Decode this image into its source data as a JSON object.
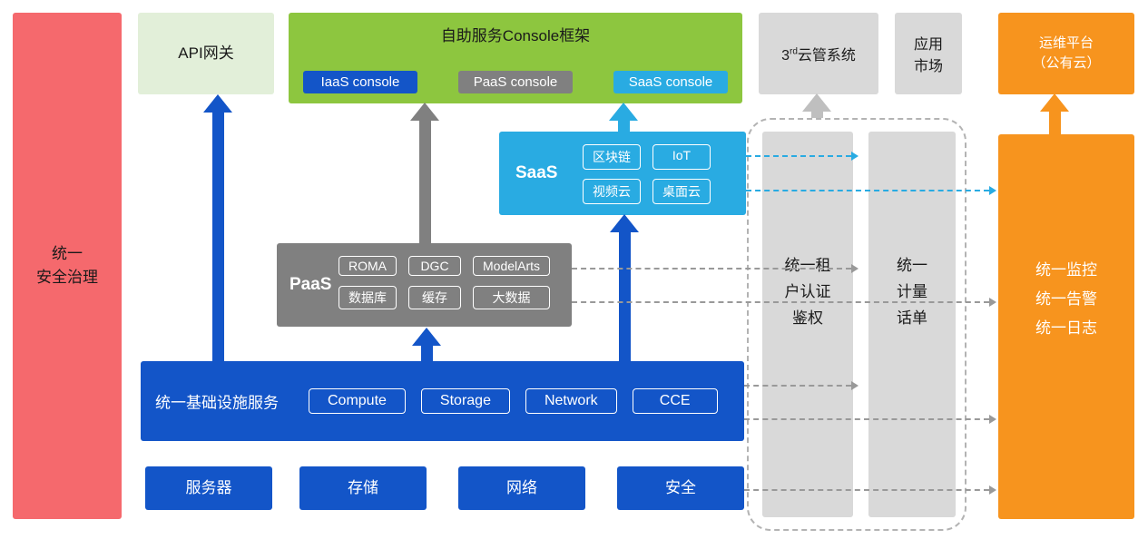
{
  "colors": {
    "red": "#F5696D",
    "light_green": "#E2EFD9",
    "green": "#8DC63F",
    "blue": "#1355C8",
    "gray": "#808080",
    "cyan": "#29ABE2",
    "light_gray": "#D9D9D9",
    "orange": "#F7941E",
    "connector_gray": "#999999",
    "dashed_border": "#B3B3B3"
  },
  "security_bar": {
    "label": "统一\n安全治理"
  },
  "api_gateway": {
    "label": "API网关"
  },
  "console_framework": {
    "title": "自助服务Console框架",
    "consoles": [
      "IaaS console",
      "PaaS console",
      "SaaS console"
    ]
  },
  "third_cloud": {
    "base": "3",
    "sup": "rd",
    "rest": "云管系统"
  },
  "app_market": {
    "label": "应用\n市场"
  },
  "ops_platform": {
    "label": "运维平台\n（公有云）"
  },
  "saas": {
    "label": "SaaS",
    "chips": [
      "区块链",
      "IoT",
      "视频云",
      "桌面云"
    ]
  },
  "paas": {
    "label": "PaaS",
    "chips": [
      "ROMA",
      "DGC",
      "ModelArts",
      "数据库",
      "缓存",
      "大数据"
    ]
  },
  "infra": {
    "label": "统一基础设施服务",
    "chips": [
      "Compute",
      "Storage",
      "Network",
      "CCE"
    ]
  },
  "foundation": {
    "items": [
      "服务器",
      "存储",
      "网络",
      "安全"
    ]
  },
  "auth_bar": {
    "label": "统一租\n户认证\n鉴权"
  },
  "metering_bar": {
    "label": "统一\n计量\n话单"
  },
  "monitor_bar": {
    "label": "统一监控\n统一告警\n统一日志"
  }
}
